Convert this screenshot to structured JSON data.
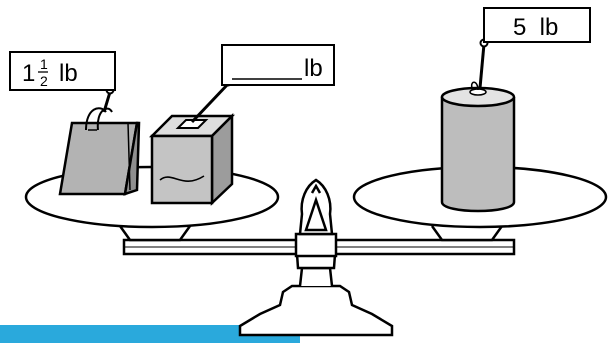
{
  "tags": {
    "bag": {
      "whole": "1",
      "num": "1",
      "den": "2",
      "unit": "lb"
    },
    "box": {
      "unit": "lb"
    },
    "can": {
      "text": "5  lb"
    }
  },
  "colors": {
    "stroke": "#000000",
    "bag_fill": "#b3b3b3",
    "box_fill": "#c4c4c4",
    "can_fill": "#bdbdbd",
    "accent_bar": "#2aa9dc"
  }
}
